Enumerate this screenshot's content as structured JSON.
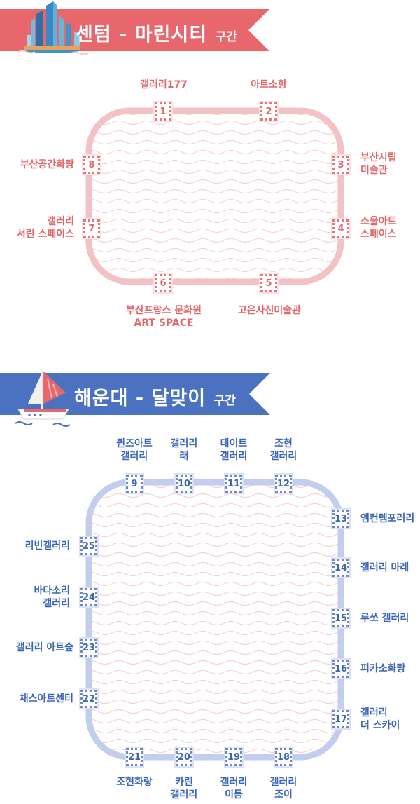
{
  "colors": {
    "red_accent": "#e8676c",
    "blue_accent": "#4a72c0"
  },
  "section1": {
    "title": "센텀 - 마린시티",
    "suffix": "구간",
    "icon": "skyscraper-icon",
    "stops": [
      {
        "num": "1",
        "name": "갤러리177"
      },
      {
        "num": "2",
        "name": "아트소향"
      },
      {
        "num": "3",
        "name": "부산시립\n미술관"
      },
      {
        "num": "4",
        "name": "소울아트\n스페이스"
      },
      {
        "num": "5",
        "name": "고은사진미술관"
      },
      {
        "num": "6",
        "name": "부산프랑스 문화원\nART SPACE"
      },
      {
        "num": "7",
        "name": "갤러리\n서린 스페이스"
      },
      {
        "num": "8",
        "name": "부산공간화랑"
      }
    ]
  },
  "section2": {
    "title": "해운대 - 달맞이",
    "suffix": "구간",
    "icon": "sailboat-icon",
    "stops": [
      {
        "num": "9",
        "name": "퀸즈아트\n갤러리"
      },
      {
        "num": "10",
        "name": "갤러리\n래"
      },
      {
        "num": "11",
        "name": "데이트\n갤러리"
      },
      {
        "num": "12",
        "name": "조현\n갤러리"
      },
      {
        "num": "13",
        "name": "엠컨템포러리"
      },
      {
        "num": "14",
        "name": "갤러리 마레"
      },
      {
        "num": "15",
        "name": "루쏘 갤러리"
      },
      {
        "num": "16",
        "name": "피카소화랑"
      },
      {
        "num": "17",
        "name": "갤러리\n더 스카이"
      },
      {
        "num": "18",
        "name": "갤러리\n조이"
      },
      {
        "num": "19",
        "name": "갤러리\n이듬"
      },
      {
        "num": "20",
        "name": "카린\n갤러리"
      },
      {
        "num": "21",
        "name": "조현화랑"
      },
      {
        "num": "22",
        "name": "채스아트센터"
      },
      {
        "num": "23",
        "name": "갤러리 아트숲"
      },
      {
        "num": "24",
        "name": "바다소리\n갤러리"
      },
      {
        "num": "25",
        "name": "리빈갤러리"
      }
    ]
  }
}
